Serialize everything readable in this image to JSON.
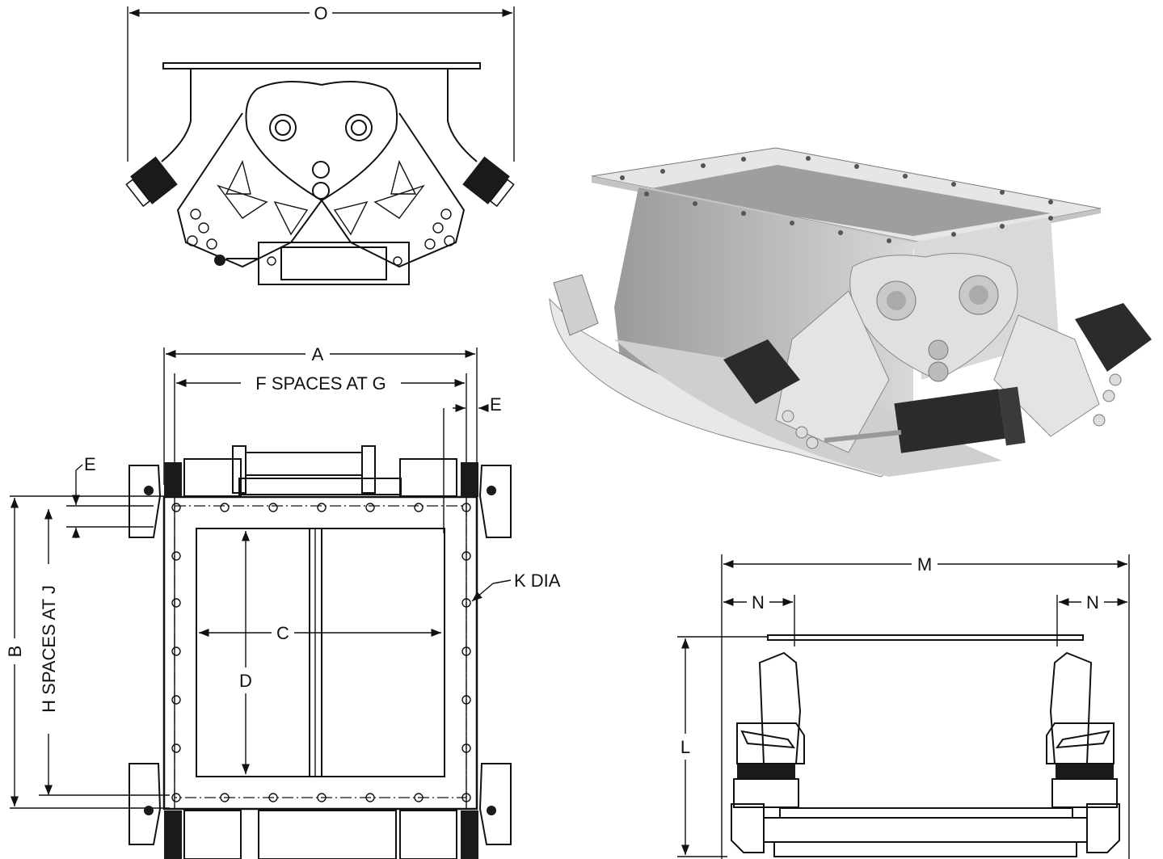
{
  "labels": {
    "O": "O",
    "A": "A",
    "F": "F SPACES AT G",
    "E_top": "E",
    "E_left": "E",
    "B": "B",
    "H": "H SPACES AT J",
    "C": "C",
    "D": "D",
    "K": "K DIA",
    "M": "M",
    "N_left": "N",
    "N_right": "N",
    "L": "L"
  },
  "colors": {
    "line": "#111111",
    "render_light": "#e3e3e3",
    "render_mid": "#bdbdbd",
    "render_dark": "#2b2b2b",
    "seal_black": "#1a1a1a"
  }
}
